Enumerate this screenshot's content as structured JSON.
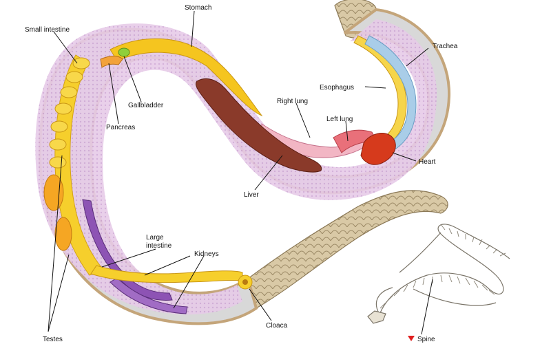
{
  "labels": {
    "stomach": "Stomach",
    "small_intestine": "Small intestine",
    "trachea": "Trachea",
    "esophagus": "Esophagus",
    "gallbladder": "Gallbladder",
    "right_lung": "Right lung",
    "left_lung": "Left lung",
    "pancreas": "Pancreas",
    "heart": "Heart",
    "liver": "Liver",
    "large_intestine_1": "Large",
    "large_intestine_2": "intestine",
    "kidneys": "Kidneys",
    "cloaca": "Cloaca",
    "testes": "Testes",
    "spine": "Spine"
  },
  "colors": {
    "body_outline": "#c9b08a",
    "body_gray": "#d6d6d6",
    "tissue_pink": "#e4c8e6",
    "fat_yellow": "#f6cf2c",
    "gut_orange": "#f5a623",
    "liver_brown": "#8a3a2a",
    "heart_red": "#d63a1c",
    "kidney_purple": "#8d53b4",
    "trachea_blue": "#9fc8e6",
    "gallbladder_green": "#8fcf3a",
    "tail_scale": "#d8c8a8",
    "spine_marker": "#e02020"
  }
}
